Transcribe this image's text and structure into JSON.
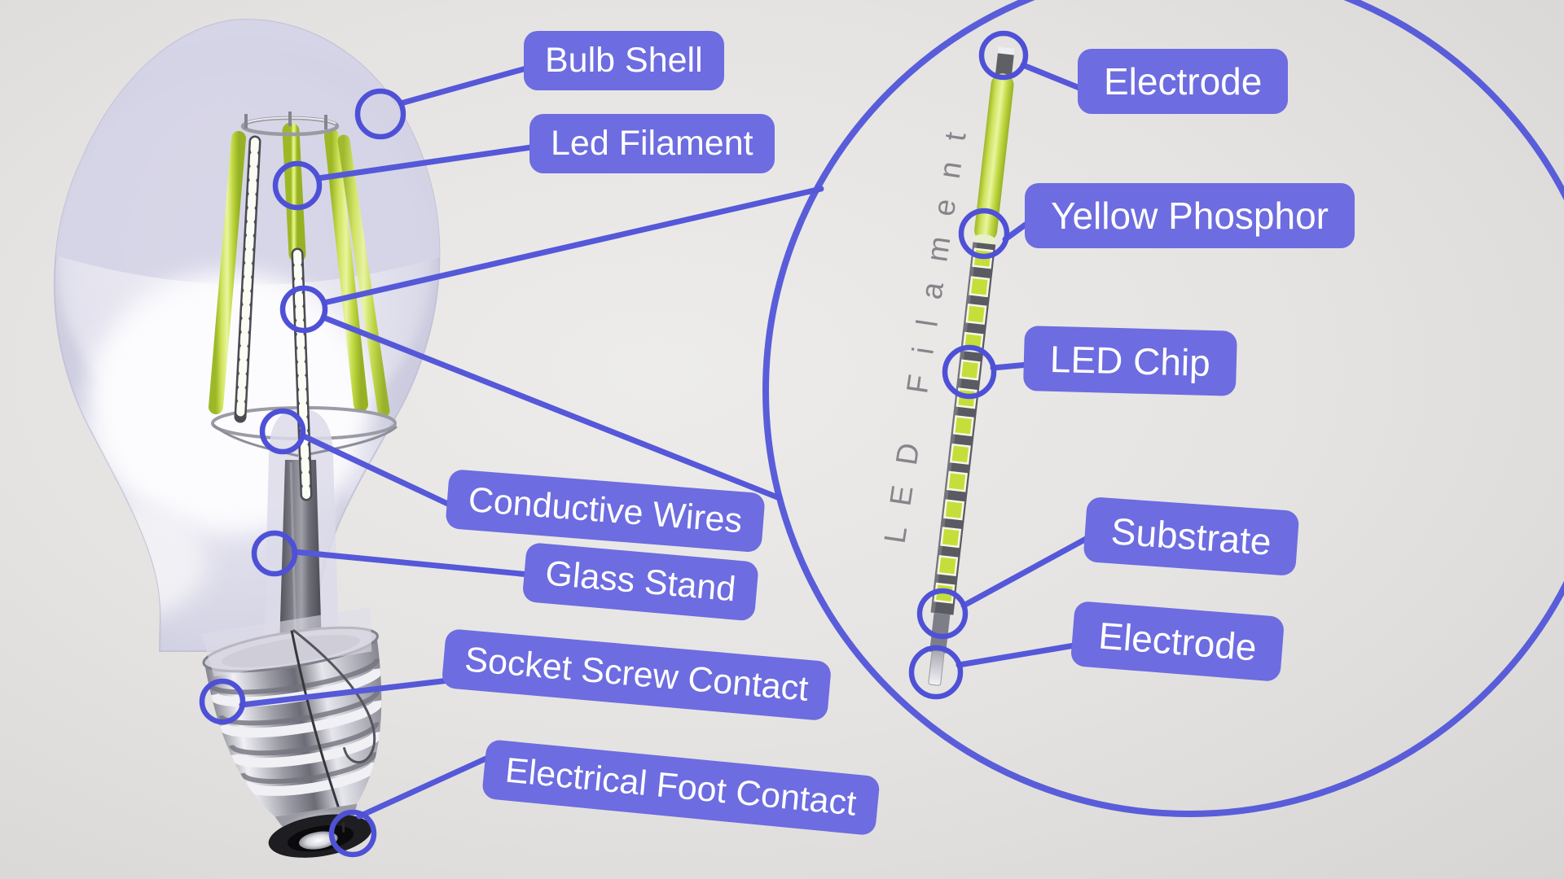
{
  "labels": {
    "bulb_shell": "Bulb Shell",
    "led_filament": "Led Filament",
    "conductive_wires": "Conductive Wires",
    "glass_stand": "Glass Stand",
    "socket_screw_contact": "Socket Screw Contact",
    "electrical_foot_contact": "Electrical Foot Contact",
    "electrode_top": "Electrode",
    "yellow_phosphor": "Yellow Phosphor",
    "led_chip": "LED Chip",
    "substrate": "Substrate",
    "electrode_bottom": "Electrode",
    "magnifier_vertical_text": "LED Filament"
  },
  "colors": {
    "label_background": "#6d6ce0",
    "label_text": "#ffffff",
    "annotation_line": "#5558d8",
    "filament_yellow": "#cde24f",
    "led_chip_yellow": "#c6de3a",
    "substrate_gray": "#5a5a63",
    "glass_lavender": "#d5d4e6",
    "metal_base_gray": "#9c9ca6",
    "background_gray": "#e5e3e1",
    "vertical_text_gray": "#85858b"
  }
}
